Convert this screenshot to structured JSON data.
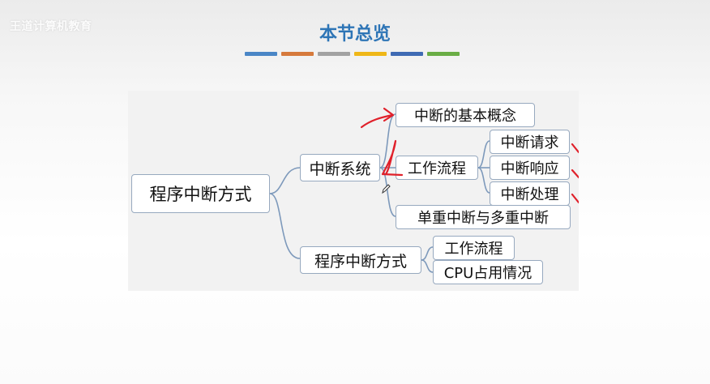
{
  "watermark": "王道计算机教育",
  "header": {
    "title": "本节总览"
  },
  "color_bar": [
    "#4a86c6",
    "#d67a3c",
    "#a2a2a2",
    "#efb718",
    "#3f6bb4",
    "#6aad45"
  ],
  "mindmap": {
    "root": "程序中断方式",
    "interrupt_system": {
      "label": "中断系统",
      "basic_concept": "中断的基本概念",
      "workflow": "工作流程",
      "steps": [
        "中断请求",
        "中断响应",
        "中断处理"
      ],
      "single_multi": "单重中断与多重中断"
    },
    "program_interrupt": {
      "label": "程序中断方式",
      "workflow": "工作流程",
      "cpu_usage": "CPU占用情况"
    }
  },
  "annotations": {
    "ink_color": "#e0202a",
    "checkmarks": [
      "中断请求",
      "中断响应",
      "中断处理"
    ],
    "arrow_to": "中断的基本概念"
  }
}
